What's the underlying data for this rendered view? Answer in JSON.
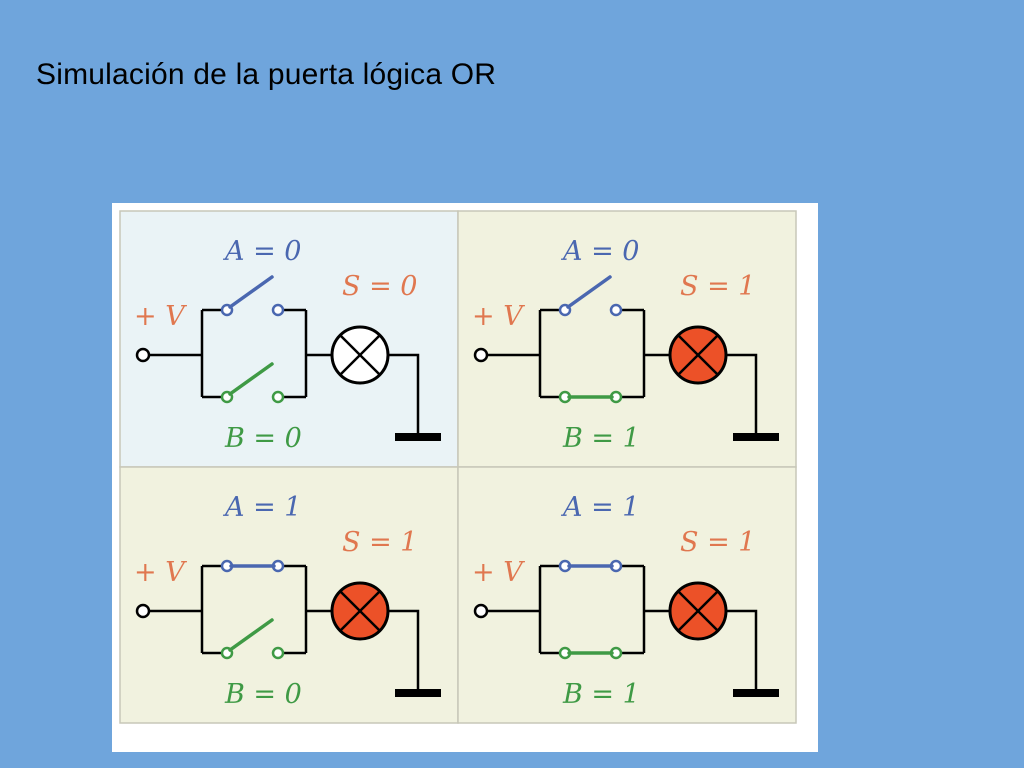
{
  "title": "Simulación de la puerta lógica OR",
  "panels": [
    {
      "a_label": "A = 0",
      "b_label": "B = 0",
      "s_label": "S = 0",
      "v_label": "+ V",
      "a_closed": false,
      "b_closed": false,
      "lamp_on": false
    },
    {
      "a_label": "A = 0",
      "b_label": "B = 1",
      "s_label": "S = 1",
      "v_label": "+ V",
      "a_closed": false,
      "b_closed": true,
      "lamp_on": true
    },
    {
      "a_label": "A = 1",
      "b_label": "B = 0",
      "s_label": "S = 1",
      "v_label": "+ V",
      "a_closed": true,
      "b_closed": false,
      "lamp_on": true
    },
    {
      "a_label": "A = 1",
      "b_label": "B = 1",
      "s_label": "S = 1",
      "v_label": "+ V",
      "a_closed": true,
      "b_closed": true,
      "lamp_on": true
    }
  ],
  "colors": {
    "background": "#6fa5dc",
    "panel_off": "#eaf3f6",
    "panel_on": "#f1f2df",
    "panel_border": "#c7c7b8",
    "switch_a": "#4a67b0",
    "switch_b": "#3f9a45",
    "label": "#e0774f",
    "lamp_on": "#ec5128",
    "wire": "#000000"
  }
}
